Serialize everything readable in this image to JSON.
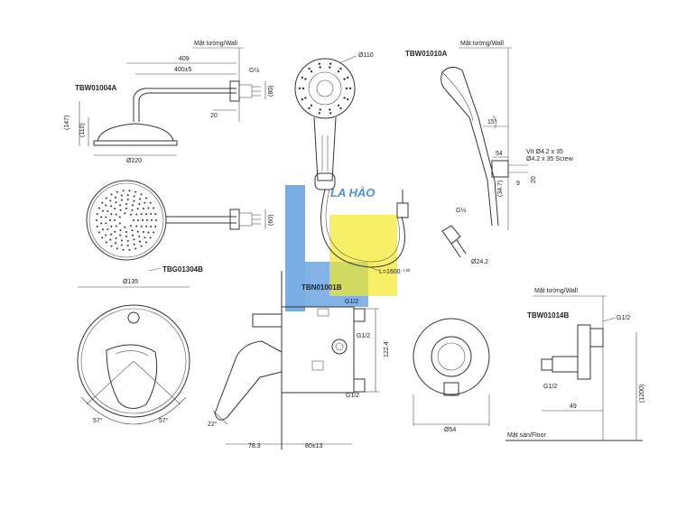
{
  "models": {
    "head": "TBW01004A",
    "hand": "TBW01010A",
    "valve_trim": "TBG01304B",
    "valve_body": "TBN01001B",
    "elbow": "TBW01014B"
  },
  "labels": {
    "wall_1": "Mặt tường/Wall",
    "wall_2": "Mặt tường/Wall",
    "wall_3": "Mặt tường/Wall",
    "floor": "Mặt sàn/Floor",
    "screw_vi": "Vít Ø4.2 x 35",
    "screw_en": "Ø4.2 x 35 Screw",
    "watermark": "LA HÀO"
  },
  "dims": {
    "arm_len": "409",
    "arm_len2": "400±5",
    "thread_g": "G½",
    "wall_gap": "20",
    "h147": "(147)",
    "h110": "(110)",
    "d220": "Ø220",
    "d80": "(80)",
    "d60": "(60)",
    "d110": "Ø110",
    "angle15": "15°",
    "d54": "54",
    "d347": "(34.7)",
    "d9": "9",
    "d20": "20",
    "hose": "L=1600 ⁺³⁰",
    "d242": "Ø24.2",
    "g12_hose": "G½",
    "d135": "Ø135",
    "ang57a": "57°",
    "ang57b": "57°",
    "g12_top": "G1/2",
    "g12_mid": "G1/2",
    "g12_bot": "G1/2",
    "d1224": "122.4",
    "ang22": "22°",
    "d783": "78.3",
    "d8013": "80±13",
    "d54b": "Ø54",
    "g12_elbow_top": "G1/2",
    "g12_elbow_bot": "G1/2",
    "d49": "49",
    "d1200": "(1200)"
  },
  "colors": {
    "watermark_blue": "#2f7fd6",
    "watermark_yellow": "#f2e600",
    "line": "#333333"
  }
}
